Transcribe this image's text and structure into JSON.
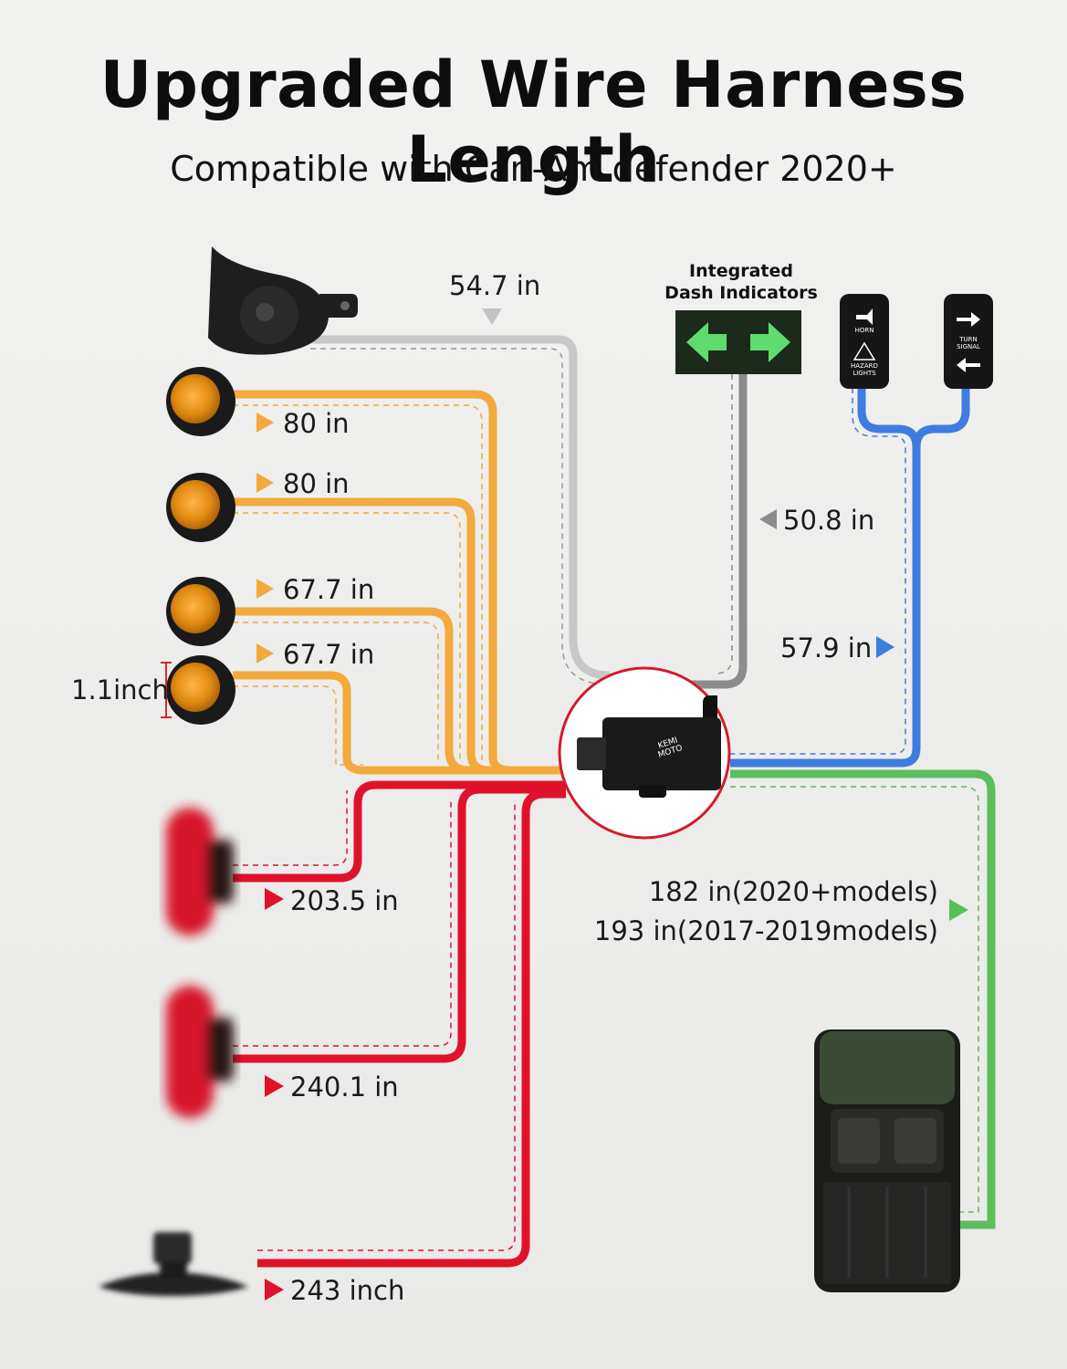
{
  "title": "Upgraded Wire Harness Length",
  "subtitle": "Compatible with Can-Am defender 2020+",
  "dash_label_line1": "Integrated",
  "dash_label_line2": "Dash Indicators",
  "lengths": {
    "horn": "54.7 in",
    "dash": "50.8 in",
    "switches": "57.9 in",
    "marker1": "80 in",
    "marker2": "80 in",
    "marker3": "67.7 in",
    "marker4": "67.7 in",
    "tail1": "203.5 in",
    "tail2": "240.1 in",
    "license": "243 inch",
    "vehicle_line1": "182 in(2020+models)",
    "vehicle_line2": "193 in(2017-2019models)"
  },
  "marker_size": "1.1inch",
  "controller_brand_line1": "KEMI",
  "controller_brand_line2": "MOTO",
  "switch_left": {
    "text1": "HORN",
    "text2": "HAZARD",
    "text3": "LIGHTS"
  },
  "switch_right": {
    "text1": "TURN",
    "text2": "SIGNAL"
  },
  "colors": {
    "orange": "#f3a93c",
    "red": "#e0122b",
    "gray": "#c8c8c8",
    "dark_gray": "#8c8c8c",
    "blue": "#3d7de0",
    "green": "#5cbd5c"
  }
}
